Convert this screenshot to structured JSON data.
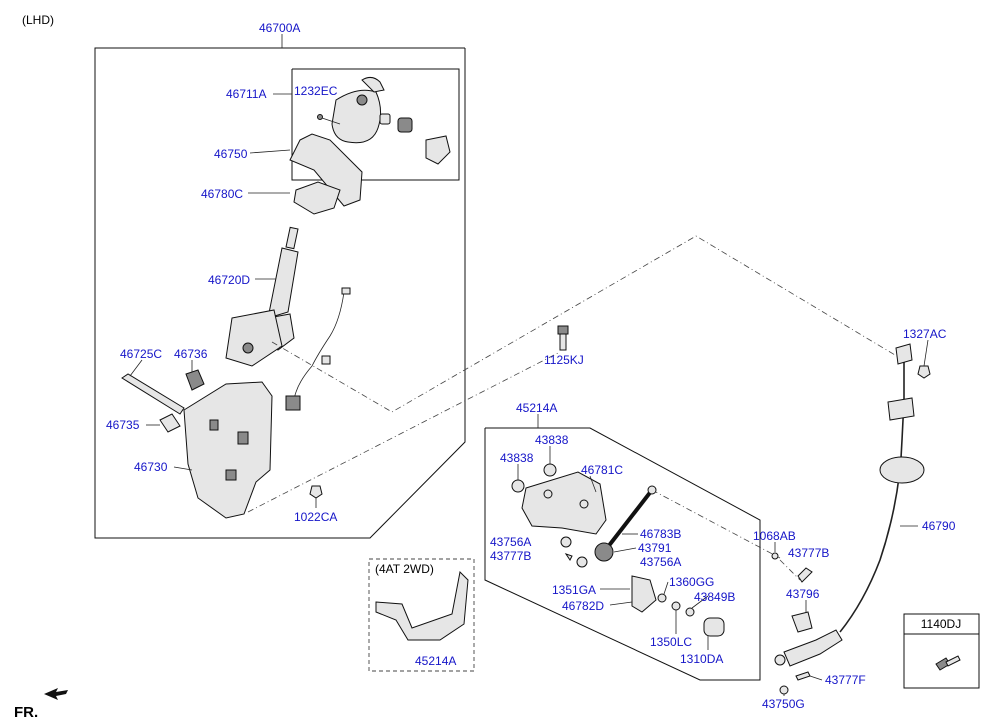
{
  "header": {
    "variant": "(LHD)"
  },
  "colors": {
    "label": "#1515c8",
    "text": "#000000",
    "line": "#111111"
  },
  "callouts": {
    "c46700A": "46700A",
    "c46711A": "46711A",
    "c1232EC": "1232EC",
    "c46750": "46750",
    "c46780C": "46780C",
    "c46720D": "46720D",
    "c46725C": "46725C",
    "c46736": "46736",
    "c46735": "46735",
    "c46730": "46730",
    "c1022CA": "1022CA",
    "c1125KJ": "1125KJ",
    "c45214A_top": "45214A",
    "c43838_a": "43838",
    "c43838_b": "43838",
    "c46781C": "46781C",
    "c46783B": "46783B",
    "c43756A_a": "43756A",
    "c43791": "43791",
    "c43777B_a": "43777B",
    "c43756A_b": "43756A",
    "c1351GA": "1351GA",
    "c1360GG": "1360GG",
    "c46782D": "46782D",
    "c43849B": "43849B",
    "c1350LC": "1350LC",
    "c1310DA": "1310DA",
    "c1068AB": "1068AB",
    "c43777B_b": "43777B",
    "c43796": "43796",
    "c1327AC": "1327AC",
    "c46790": "46790",
    "c43777F": "43777F",
    "c43750G": "43750G",
    "c45214A_bottom": "45214A"
  },
  "inset": {
    "variant_label": "(4AT 2WD)"
  },
  "legend_box": {
    "part_number": "1140DJ"
  },
  "orientation": {
    "label": "FR."
  }
}
